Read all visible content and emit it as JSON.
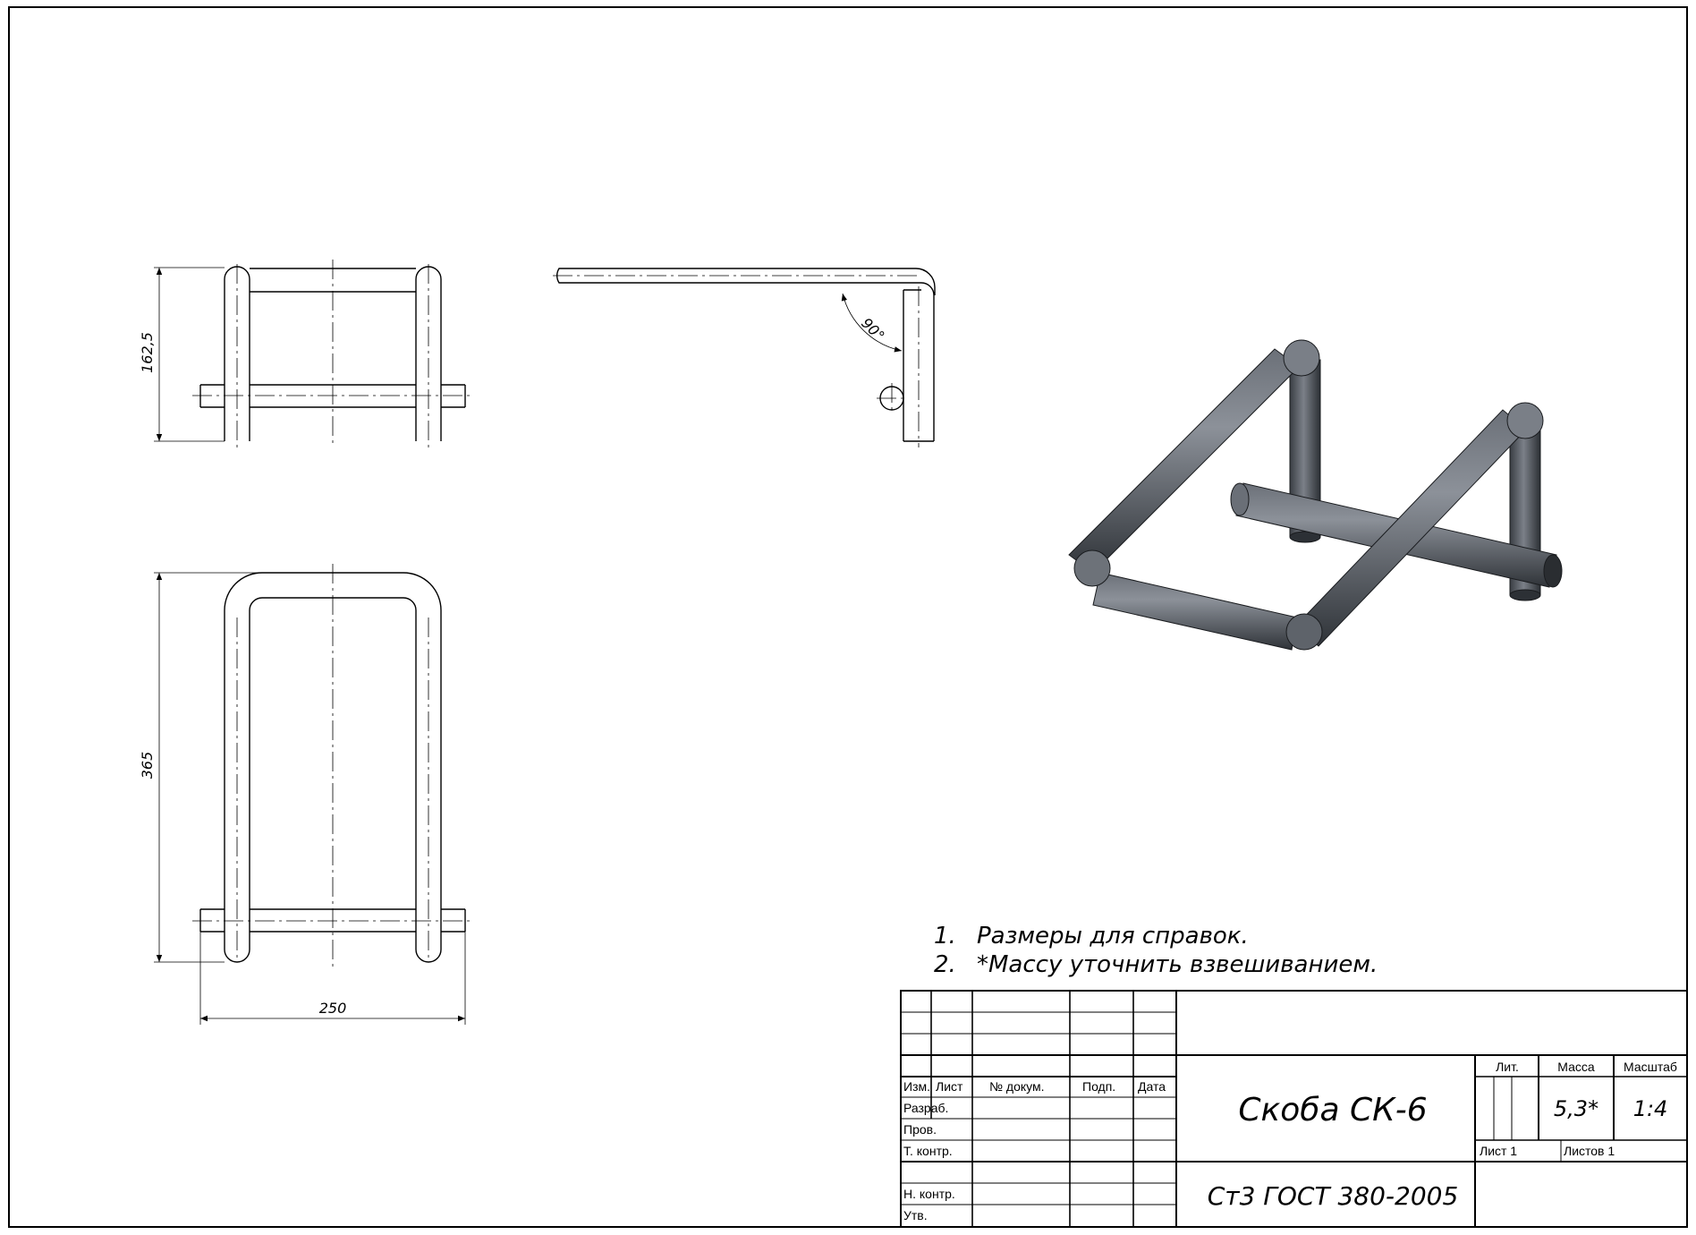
{
  "drawing": {
    "dimensions": {
      "top_height": "162,5",
      "angle": "90°",
      "front_height": "365",
      "width": "250"
    },
    "notes": [
      {
        "num": "1.",
        "text": "Размеры для справок."
      },
      {
        "num": "2.",
        "text": "*Массу уточнить взвешиванием."
      }
    ]
  },
  "title_block": {
    "headers": {
      "izm": "Изм.",
      "list": "Лист",
      "doc": "№ докум.",
      "sign": "Подп.",
      "date": "Дата"
    },
    "rows": {
      "razrab": "Разраб.",
      "prov": "Пров.",
      "tkontr": "Т. контр.",
      "nkontr": "Н. контр.",
      "utv": "Утв."
    },
    "name": "Скоба СК-6",
    "material": "Ст3 ГОСТ 380-2005",
    "lit_label": "Лит.",
    "mass_label": "Масса",
    "scale_label": "Масштаб",
    "mass": "5,3*",
    "scale": "1:4",
    "sheet": "Лист 1",
    "sheets": "Листов 1"
  }
}
